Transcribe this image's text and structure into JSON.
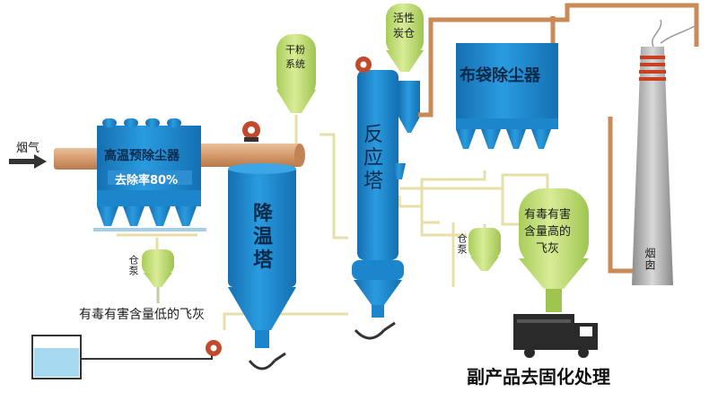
{
  "labels": {
    "flue_gas": "烟气",
    "precollector_title": "高温预除尘器",
    "precollector_rate": "去除率80%",
    "cooling_tower": "降温塔",
    "dry_powder_silo": "干粉\n系统",
    "reactor": "反应塔",
    "activated_carbon_silo": "活性\n炭仓",
    "bag_filter": "布袋除尘器",
    "chimney": "烟囱",
    "silo_pump_left": "仓泵",
    "silo_pump_right": "仓泵",
    "low_toxic_ash": "有毒有害含量低的飞灰",
    "high_toxic_ash": "有毒有害\n含量高的\n飞灰",
    "byproduct_treatment": "副产品去固化处理"
  },
  "colors": {
    "vessel_blue": "#1f8fd8",
    "vessel_dark": "#156fb0",
    "pipe_tan": "#d9a77c",
    "pipe_line": "#c98a58",
    "silo_green": "#c8e07a",
    "line_cream": "#e8e2b0",
    "water_blue": "#a6d8ef",
    "chimney_grey": "#b9b9b9",
    "chimney_band": "#c94020"
  }
}
